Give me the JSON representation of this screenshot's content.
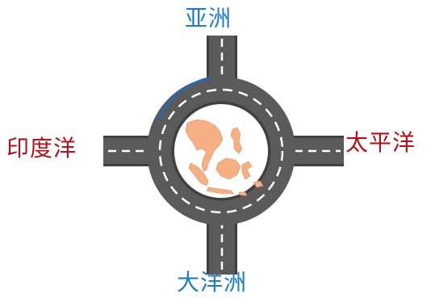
{
  "labels": {
    "north": "亚洲",
    "south": "大洋洲",
    "west": "印度洋",
    "east": "太平洋"
  },
  "colors": {
    "road": "#5a5a5a",
    "road_edge": "#3f3f3f",
    "lane_marking": "#ffffff",
    "region_fill": "#f4b084",
    "continent_label": "#1f7cc4",
    "ocean_label": "#b0121b"
  },
  "icons": {
    "center": "southeast-asia-map-icon"
  }
}
